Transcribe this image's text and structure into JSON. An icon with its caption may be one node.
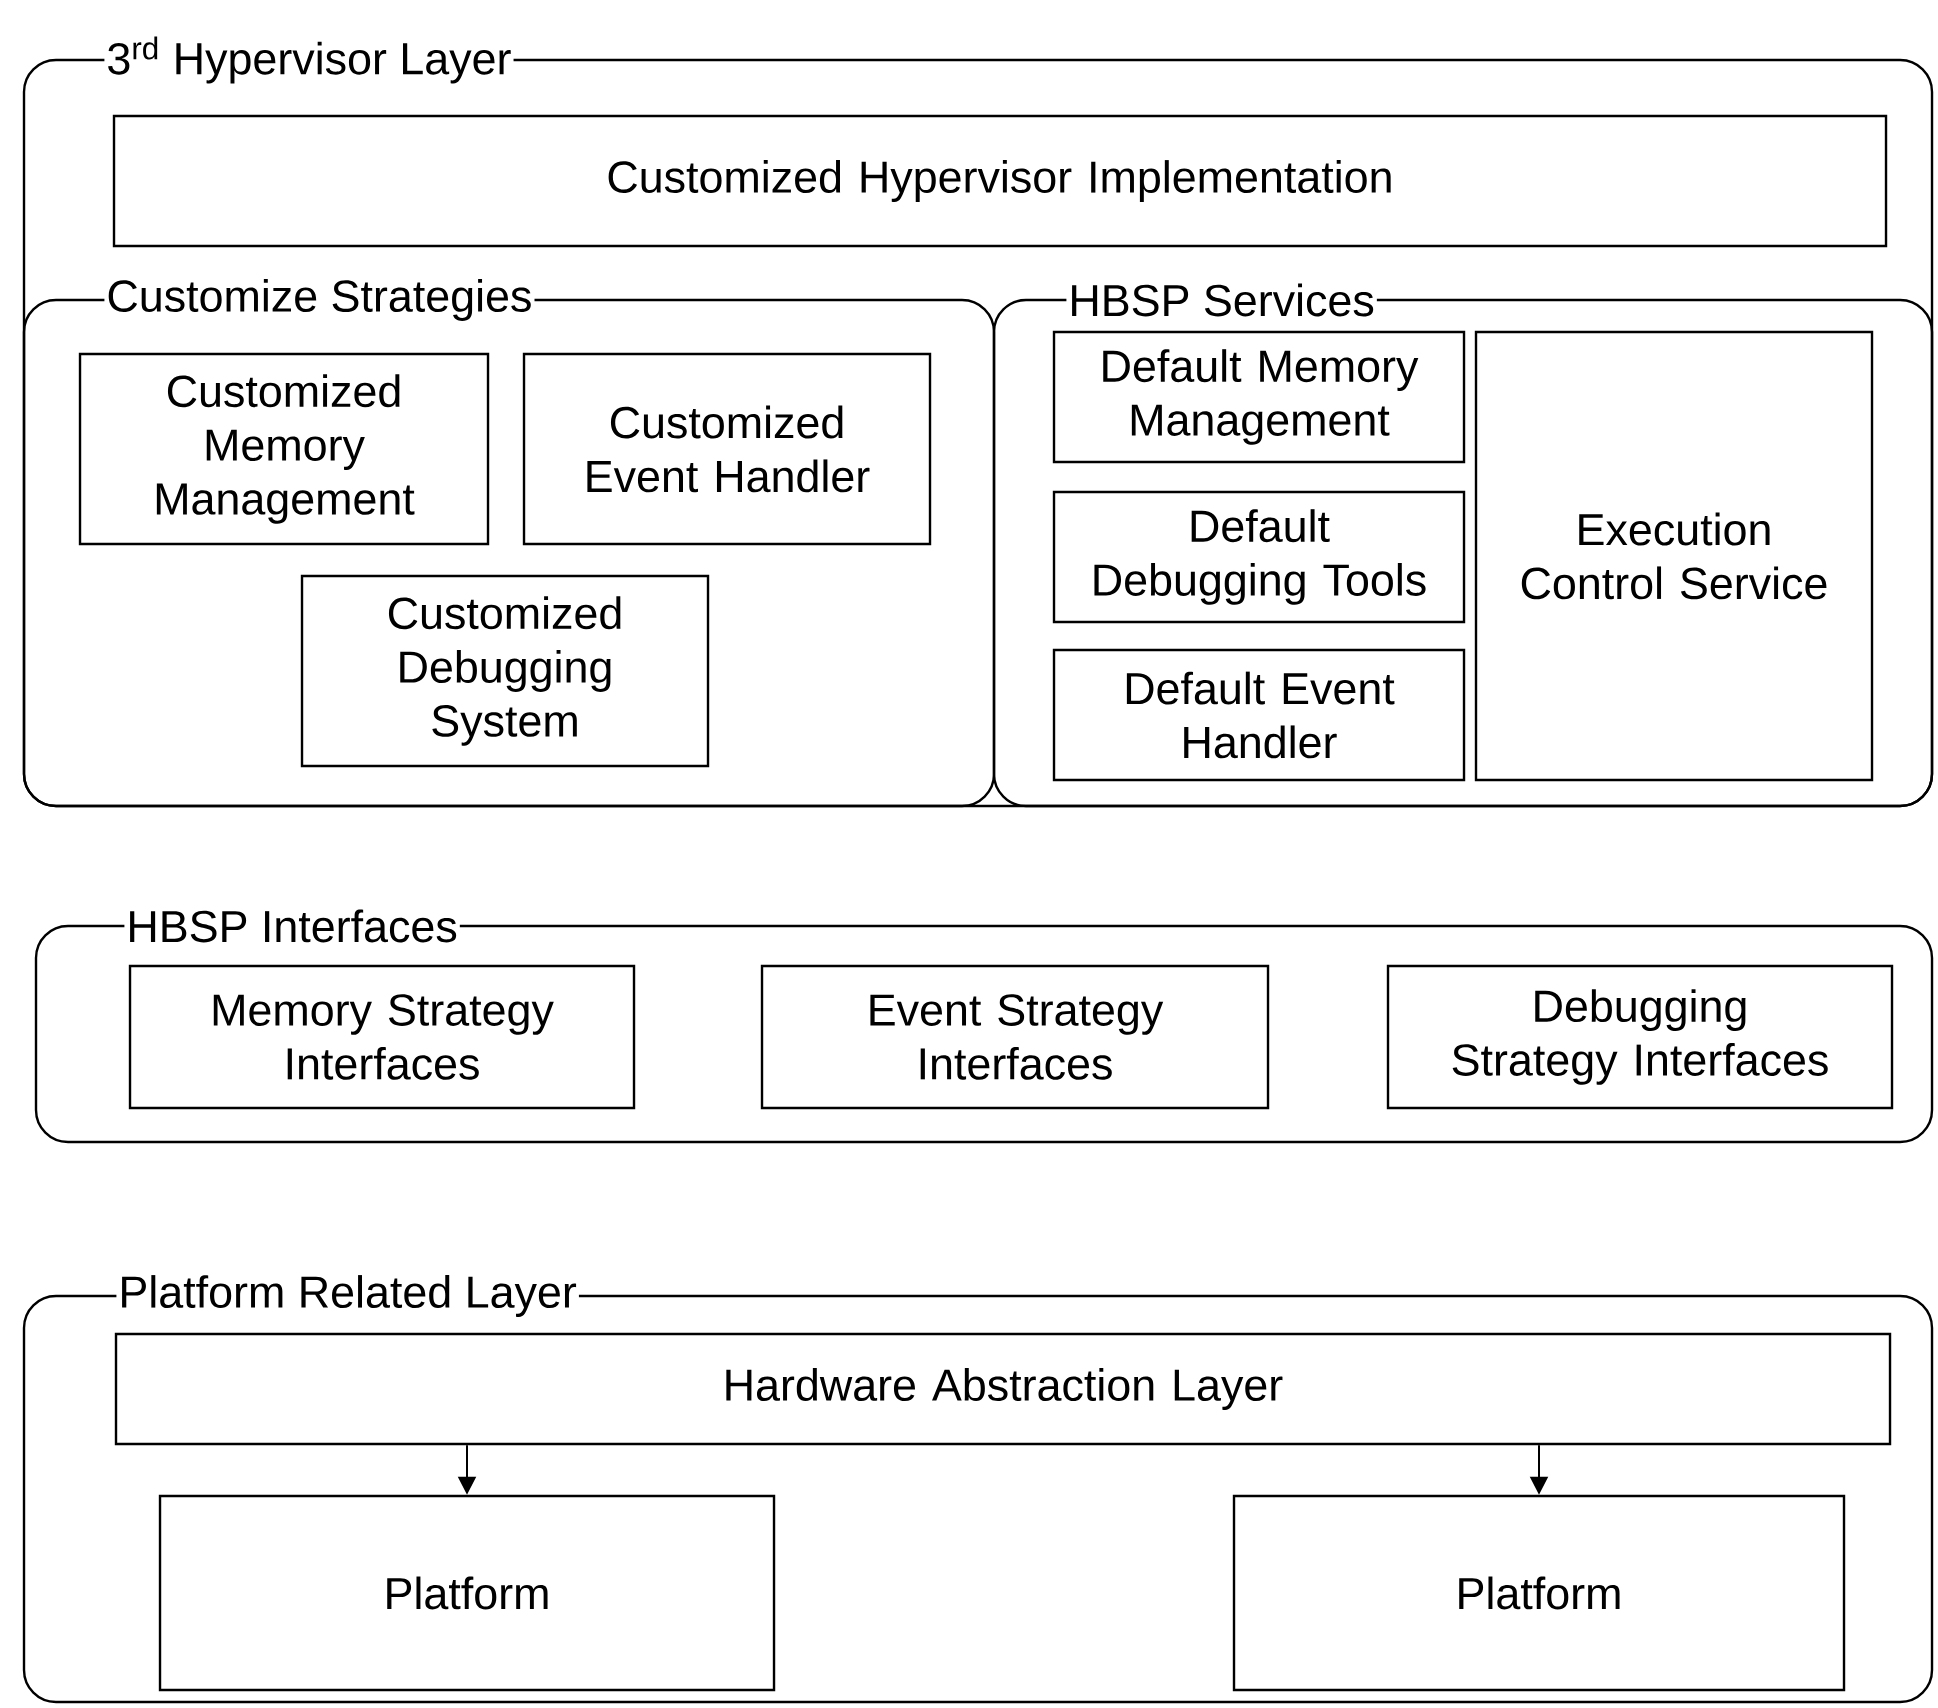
{
  "diagram": {
    "nodes": [
      {
        "text": [
          "3$^{rd}$ Hypervisor Layer"
        ]
      },
      {
        "text": [
          "Customized Hypervisor Implementation"
        ],
        "in": 0
      },
      {
        "text": [
          "Customize Strategies"
        ],
        "in": 0
      },
      {
        "text": [
          "Customized Memory Management"
        ],
        "in": 2
      },
      {
        "text": [
          "Customized Event Handler"
        ],
        "in": 2
      },
      {
        "text": [
          "Customized Debugging System"
        ],
        "in": 2
      },
      {
        "text": [
          "HBSP Services"
        ],
        "in": 0
      },
      {
        "text": [
          "Default Memory Management"
        ],
        "in": 6
      },
      {
        "text": [
          "Default Debugging Tools"
        ],
        "in": 6
      },
      {
        "text": [
          "Default Event Handler"
        ],
        "in": 6
      },
      {
        "text": [
          "Execution Control Service"
        ],
        "in": 6
      },
      {
        "text": [
          "HBSP Interfaces"
        ]
      },
      {
        "text": [
          "Memory Strategy Interfaces"
        ],
        "in": 11
      },
      {
        "text": [
          "Event Strategy Interfaces"
        ],
        "in": 11
      },
      {
        "text": [
          "Debugging Strategy Interfaces"
        ],
        "in": 11
      },
      {
        "text": [
          "Platform Related Layer"
        ]
      },
      {
        "text": [
          "Hardware Abstraction Layer"
        ],
        "in": 15
      },
      {
        "text": [
          "Platform"
        ],
        "in": 15
      },
      {
        "text": [
          "Platform"
        ],
        "in": 15
      }
    ],
    "edges": [
      {
        "from": 16,
        "to": 17,
        "arrow": "to"
      },
      {
        "from": 16,
        "to": 18,
        "arrow": "to"
      }
    ]
  }
}
